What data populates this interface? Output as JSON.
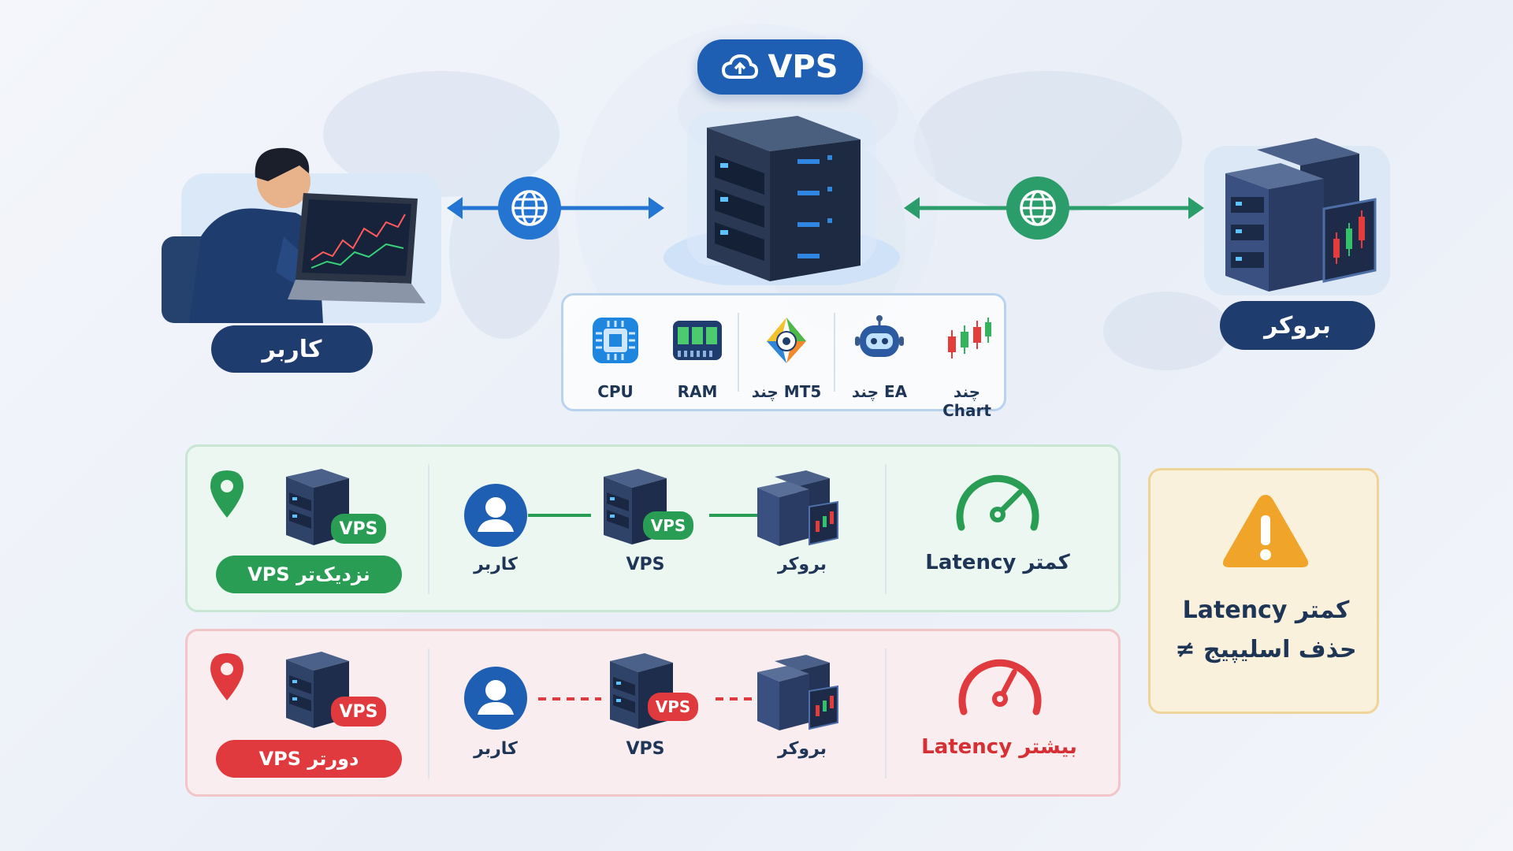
{
  "header": {
    "vps_label": "VPS",
    "user_label": "کاربر",
    "broker_label": "بروکر"
  },
  "specs": [
    {
      "label": "CPU",
      "icon": "cpu-icon"
    },
    {
      "label": "RAM",
      "icon": "ram-icon"
    },
    {
      "label": "چند MT5",
      "icon": "mt5-icon"
    },
    {
      "label": "چند EA",
      "icon": "robot-icon"
    },
    {
      "label": "چند Chart",
      "icon": "candlestick-icon"
    }
  ],
  "near": {
    "pill": "VPS نزدیک‌تر",
    "badge": "VPS",
    "nodes": {
      "user": "کاربر",
      "vps": "VPS",
      "broker": "بروکر",
      "vps_badge": "VPS"
    },
    "latency": "Latency کمتر"
  },
  "far": {
    "pill": "VPS دورتر",
    "badge": "VPS",
    "nodes": {
      "user": "کاربر",
      "vps": "VPS",
      "broker": "بروکر",
      "vps_badge": "VPS"
    },
    "latency": "Latency بیشتر"
  },
  "warning": {
    "line1": "Latency کمتر",
    "line2": "≠ حذف اسلیپیج"
  },
  "colors": {
    "primary": "#1f5fb3",
    "navy": "#1f3c6e",
    "green": "#2a9d55",
    "red": "#e03a3e",
    "amber": "#f0a52a"
  }
}
